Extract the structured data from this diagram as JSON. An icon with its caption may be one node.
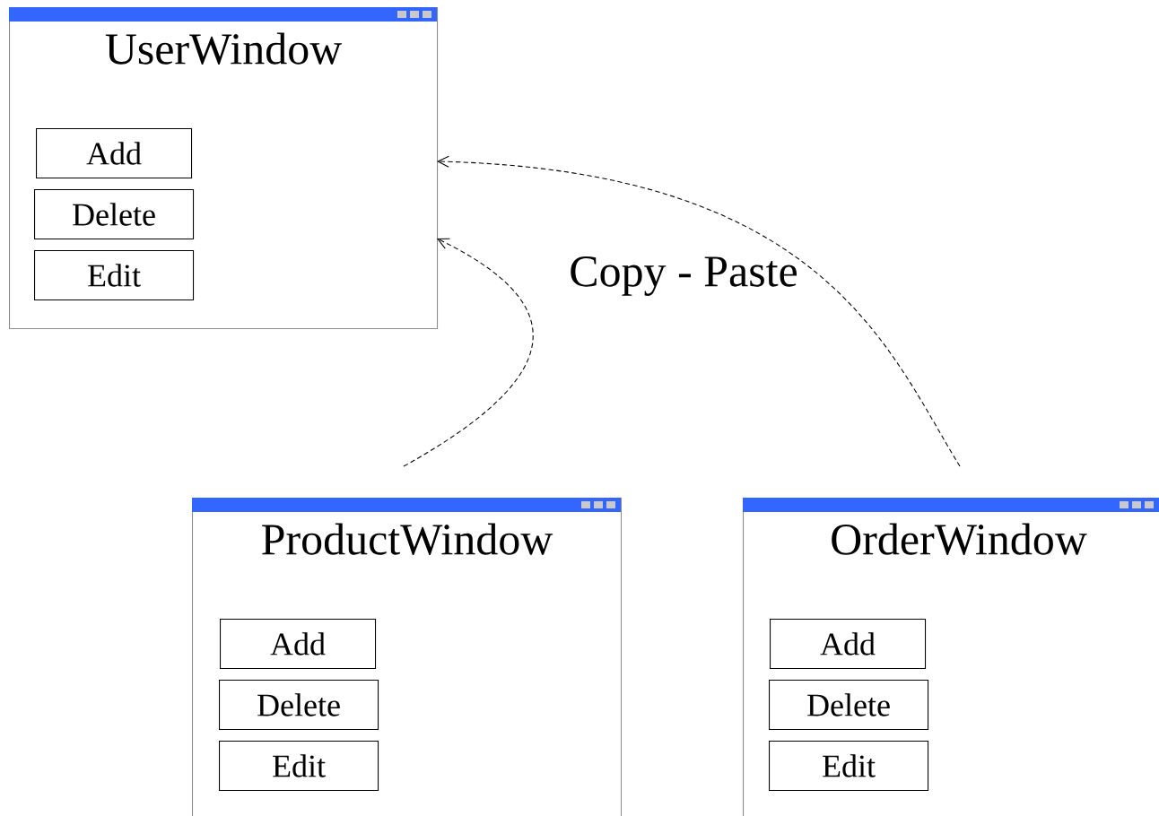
{
  "diagram": {
    "nodes": [
      {
        "text": [
          "UserWindow"
        ]
      },
      {
        "text": [
          "Add"
        ],
        "in": 0
      },
      {
        "text": [
          "Delete"
        ],
        "in": 0
      },
      {
        "text": [
          "Edit"
        ],
        "in": 0
      },
      {
        "text": [
          "ProductWindow"
        ]
      },
      {
        "text": [
          "Add"
        ],
        "in": 4
      },
      {
        "text": [
          "Delete"
        ],
        "in": 4
      },
      {
        "text": [
          "Edit"
        ],
        "in": 4
      },
      {
        "text": [
          "OrderWindow"
        ]
      },
      {
        "text": [
          "Add"
        ],
        "in": 8
      },
      {
        "text": [
          "Delete"
        ],
        "in": 8
      },
      {
        "text": [
          "Edit"
        ],
        "in": 8
      }
    ],
    "edges": [
      {
        "from": 4,
        "to": 0,
        "arrow": "to",
        "style": "dashed"
      },
      {
        "from": 8,
        "to": 0,
        "arrow": "to",
        "style": "dashed"
      }
    ],
    "labels": [
      "Copy - Paste"
    ]
  }
}
